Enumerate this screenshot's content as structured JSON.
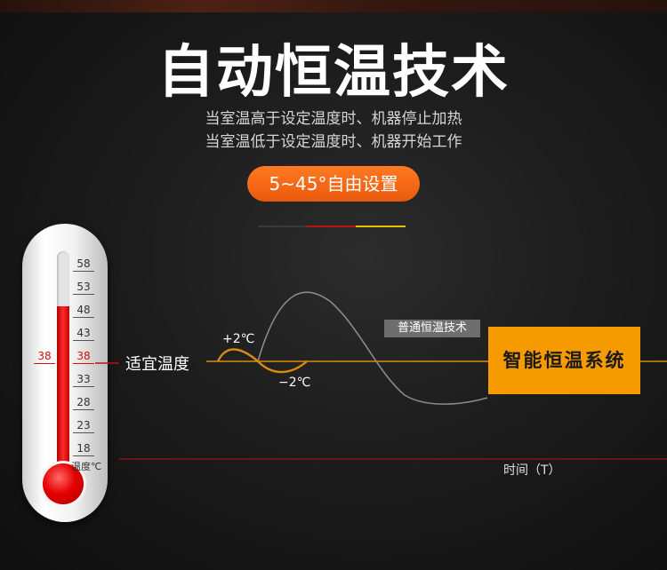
{
  "title": "自动恒温技术",
  "subtitle_lines": [
    "当室温高于设定温度时、机器停止加热",
    "当室温低于设定温度时、机器开始工作"
  ],
  "range_badge": "5~45°自由设置",
  "thermometer": {
    "right_scale": [
      "58",
      "53",
      "48",
      "43",
      "38",
      "33",
      "28",
      "23",
      "18"
    ],
    "left_marker": "38",
    "unit_label": "温度℃",
    "mercury_level_value": 48
  },
  "chart": {
    "comfort_label": "适宜温度",
    "plus_label": "+2℃",
    "minus_label": "−2℃",
    "normal_tech_tag": "普通恒温技术",
    "smart_tech_box": "智能恒温系统",
    "time_axis_label": "时间（T）"
  },
  "colors": {
    "accent_orange": "#f59b00",
    "badge_orange": "#f26b16",
    "mercury_red": "#e50000",
    "divider_red": "#c01010",
    "divider_yellow": "#e6c000"
  }
}
